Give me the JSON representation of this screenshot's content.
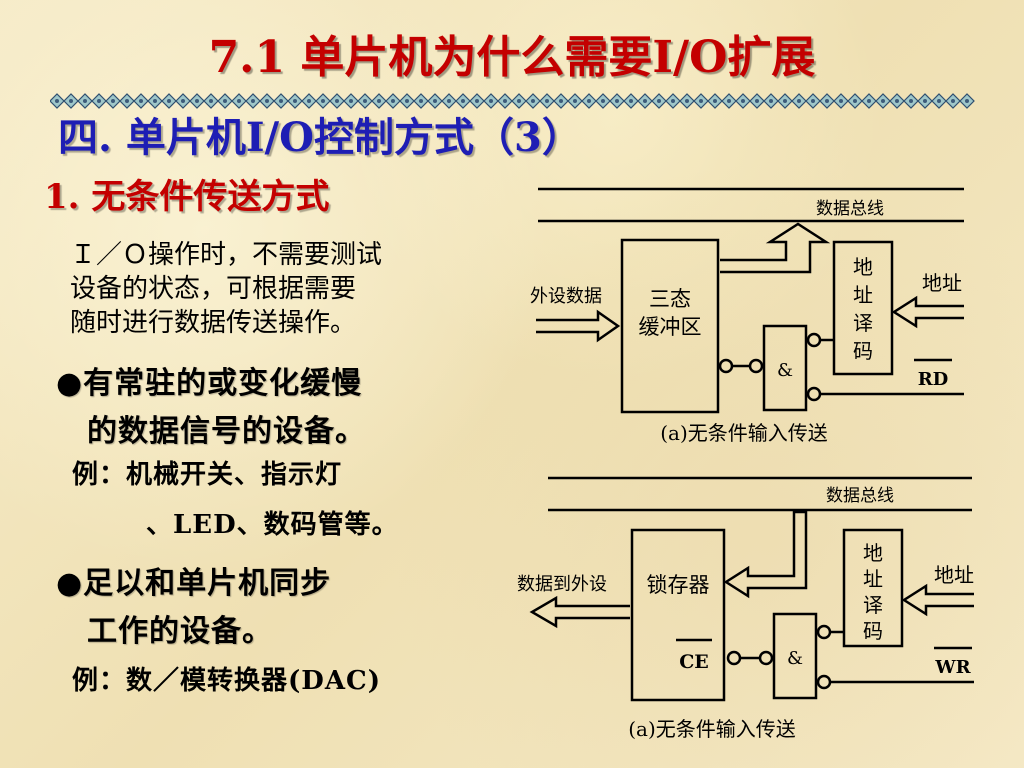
{
  "slide": {
    "title": "7.1  单片机为什么需要I/O扩展",
    "subtitle": "四. 单片机I/O控制方式（3）",
    "heading": "1. 无条件传送方式",
    "paragraph": [
      "Ｉ／Ｏ操作时，不需要测试",
      "设备的状态，可根据需要",
      "随时进行数据传送操作。"
    ],
    "bullet1": [
      "●有常驻的或变化缓慢",
      "　的数据信号的设备。"
    ],
    "example1_line1": "例：机械开关、指示灯",
    "example1_line2": "、LED、数码管等。",
    "bullet2": [
      "●足以和单片机同步",
      "　工作的设备。"
    ],
    "example2": "例：数／模转换器(DAC)"
  },
  "diagram_top": {
    "bus_label": "数据总线",
    "ext_data_label": "外设数据",
    "buffer_line1": "三态",
    "buffer_line2": "缓冲区",
    "decoder_chars": [
      "地",
      "址",
      "译",
      "码"
    ],
    "address_label": "地址",
    "and_label": "&",
    "control_label": "RD",
    "caption": "(a)无条件输入传送"
  },
  "diagram_bottom": {
    "bus_label": "数据总线",
    "out_data_label": "数据到外设",
    "latch_label": "锁存器",
    "decoder_chars": [
      "地",
      "址",
      "译",
      "码"
    ],
    "address_label": "地址",
    "and_label": "&",
    "ce_label": "CE",
    "control_label": "WR",
    "caption": "(a)无条件输入传送"
  }
}
